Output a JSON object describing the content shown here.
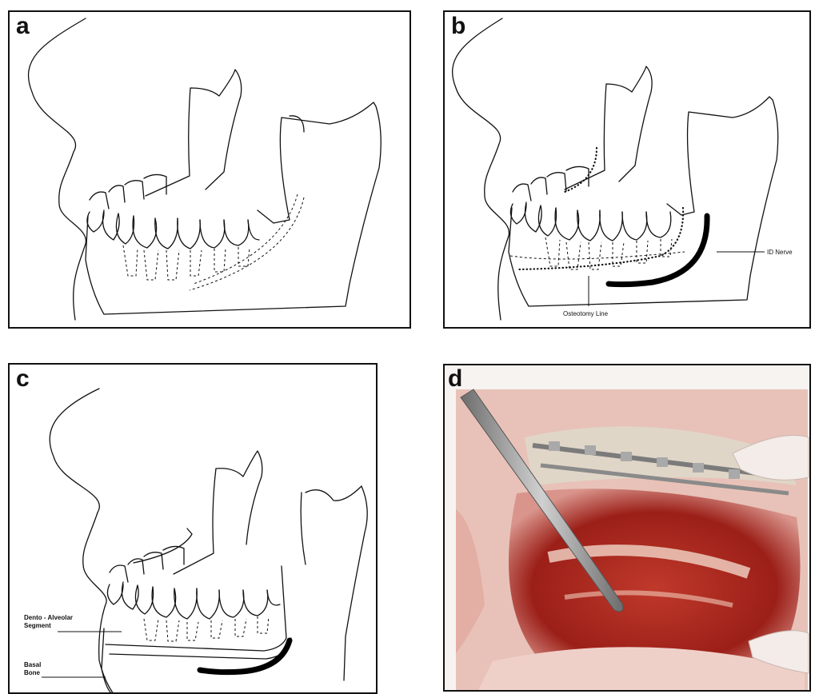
{
  "panels": {
    "a": {
      "label": "a"
    },
    "b": {
      "label": "b",
      "labels": {
        "nerve": "ID Nerve",
        "osteotomy": "Osteotomy Line"
      }
    },
    "c": {
      "label": "c",
      "labels": {
        "segment_line1": "Dento - Alveolar",
        "segment_line2": "Segment",
        "basal_line1": "Basal",
        "basal_line2": "Bone"
      }
    },
    "d": {
      "label": "d"
    }
  },
  "colors": {
    "line": "#111111",
    "tissue": "#b52a22",
    "bone": "#f2d6c8",
    "instrument": "#9a9a9a"
  }
}
